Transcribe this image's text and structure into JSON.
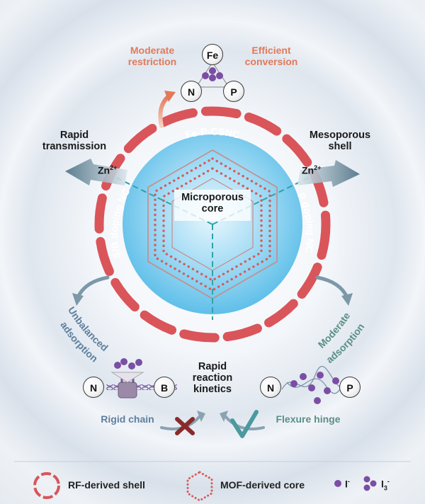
{
  "center": {
    "top_label": "Fe-P-CSNC",
    "core_line1": "Microporous",
    "core_line2": "core",
    "left_sector": "S/B doping NC",
    "right_sector": "P doping NC"
  },
  "top": {
    "left_label_line1": "Moderate",
    "left_label_line2": "restriction",
    "right_label_line1": "Efficient",
    "right_label_line2": "conversion",
    "atoms": [
      "Fe",
      "N",
      "P"
    ]
  },
  "left_side": {
    "label_line1": "Rapid",
    "label_line2": "transmission",
    "ion": "Zn",
    "ion_charge": "2+"
  },
  "right_side": {
    "label_line1": "Mesoporous",
    "label_line2": "shell",
    "ion": "Zn",
    "ion_charge": "2+"
  },
  "bottom_left": {
    "label_line1": "Unbalanced",
    "label_line2": "adsorption",
    "atoms": [
      "N",
      "B"
    ],
    "caption": "Rigid chain"
  },
  "bottom_right": {
    "label_line1": "Moderate",
    "label_line2": "adsorption",
    "atoms": [
      "N",
      "P"
    ],
    "caption": "Flexure hinge"
  },
  "bottom_center": {
    "line1": "Rapid",
    "line2": "reaction",
    "line3": "kinetics"
  },
  "legend": {
    "shell": "RF-derived shell",
    "core": "MOF-derived core",
    "iodide": "I",
    "iodide_charge": "-",
    "triiodide": "I",
    "triiodide_sub": "3",
    "triiodide_charge": "-"
  },
  "colors": {
    "shell": "#d9555a",
    "core_blue": "#6fc6ec",
    "core_dots": "#d85a5a",
    "divider": "#2fa3a6",
    "iodine": "#7b4ea3",
    "orange_text": "#e2795b",
    "cross": "#8a2b2b",
    "check": "#4a9aa0"
  }
}
